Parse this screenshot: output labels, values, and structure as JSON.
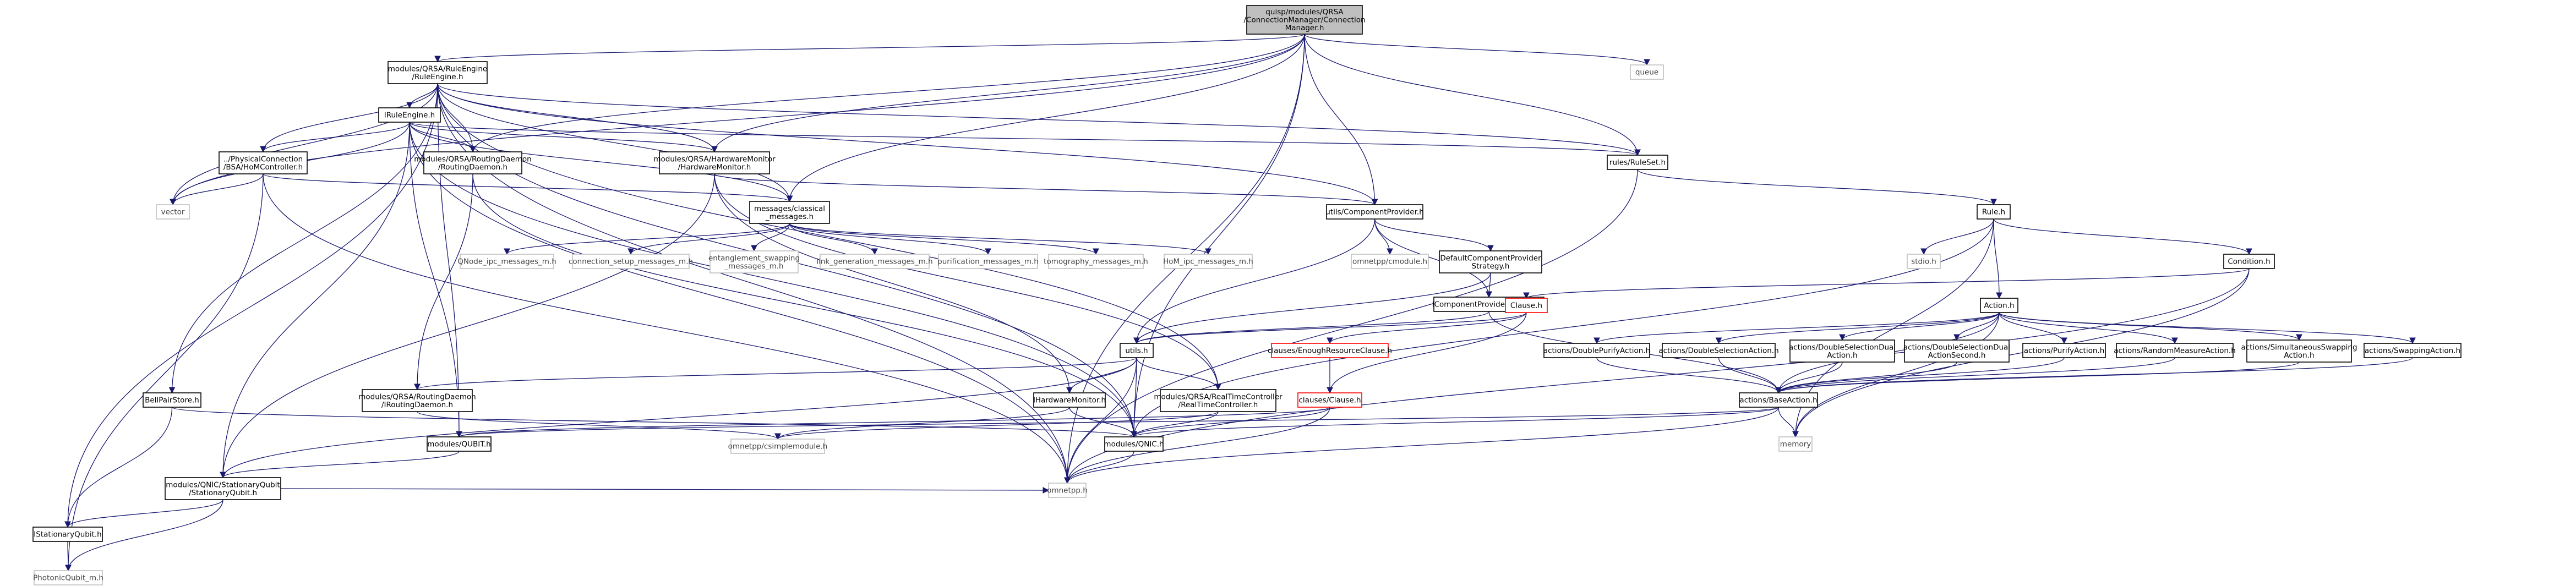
{
  "diagram": {
    "title": "Include dependency graph",
    "colors": {
      "edge": "#191970",
      "root_fill": "#bfbfbf",
      "node_border": "#000000",
      "external_border": "#bfbfbf",
      "incomplete_border": "#ff0000"
    },
    "nodes": [
      {
        "id": "root",
        "kind": "root",
        "lines": [
          "quisp/modules/QRSA",
          "/ConnectionManager/Connection",
          "Manager.h"
        ]
      },
      {
        "id": "queue",
        "kind": "ext",
        "lines": [
          "queue"
        ]
      },
      {
        "id": "RuleEngine_h",
        "kind": "std",
        "lines": [
          "modules/QRSA/RuleEngine",
          "/RuleEngine.h"
        ]
      },
      {
        "id": "IRuleEngine_h",
        "kind": "std",
        "lines": [
          "IRuleEngine.h"
        ]
      },
      {
        "id": "HoM_Controller",
        "kind": "std",
        "lines": [
          "../PhysicalConnection",
          "/BSA/HoMController.h"
        ]
      },
      {
        "id": "vector",
        "kind": "ext",
        "lines": [
          "vector"
        ]
      },
      {
        "id": "RoutingDaemon_h",
        "kind": "std",
        "lines": [
          "modules/QRSA/RoutingDaemon",
          "/RoutingDaemon.h"
        ]
      },
      {
        "id": "HardwareMonitor_h",
        "kind": "std",
        "lines": [
          "modules/QRSA/HardwareMonitor",
          "/HardwareMonitor.h"
        ]
      },
      {
        "id": "RuleSet_h",
        "kind": "std",
        "lines": [
          "rules/RuleSet.h"
        ]
      },
      {
        "id": "messages",
        "kind": "std",
        "lines": [
          "messages/classical",
          "_messages.h"
        ]
      },
      {
        "id": "ComponentProvider",
        "kind": "std",
        "lines": [
          "utils/ComponentProvider.h"
        ]
      },
      {
        "id": "m_qnode",
        "kind": "ext",
        "lines": [
          "QNode_ipc_messages_m.h"
        ]
      },
      {
        "id": "m_connsetup",
        "kind": "ext",
        "lines": [
          "connection_setup_messages_m.h"
        ]
      },
      {
        "id": "m_entangle",
        "kind": "ext",
        "lines": [
          "entanglement_swapping",
          "_messages_m.h"
        ]
      },
      {
        "id": "m_linkgen",
        "kind": "ext",
        "lines": [
          "link_generation_messages_m.h"
        ]
      },
      {
        "id": "m_purif",
        "kind": "ext",
        "lines": [
          "purification_messages_m.h"
        ]
      },
      {
        "id": "m_tomo",
        "kind": "ext",
        "lines": [
          "tomography_messages_m.h"
        ]
      },
      {
        "id": "m_hom",
        "kind": "ext",
        "lines": [
          "HoM_ipc_messages_m.h"
        ]
      },
      {
        "id": "omnetpp_cmodule",
        "kind": "ext",
        "lines": [
          "omnetpp/cmodule.h"
        ]
      },
      {
        "id": "DefaultCPS",
        "kind": "std",
        "lines": [
          "DefaultComponentProvider",
          "Strategy.h"
        ]
      },
      {
        "id": "ICPS",
        "kind": "std",
        "lines": [
          "IComponentProviderStrategy.h"
        ]
      },
      {
        "id": "Rule_h",
        "kind": "std",
        "lines": [
          "Rule.h"
        ]
      },
      {
        "id": "stdio",
        "kind": "ext",
        "lines": [
          "stdio.h"
        ]
      },
      {
        "id": "Condition_h",
        "kind": "std",
        "lines": [
          "Condition.h"
        ]
      },
      {
        "id": "Clause_h",
        "kind": "red",
        "lines": [
          "Clause.h"
        ]
      },
      {
        "id": "EnoughRes",
        "kind": "red",
        "lines": [
          "clauses/EnoughResourceClause.h"
        ]
      },
      {
        "id": "clauses_Clause",
        "kind": "red",
        "lines": [
          "clauses/Clause.h"
        ]
      },
      {
        "id": "Action_h",
        "kind": "std",
        "lines": [
          "Action.h"
        ]
      },
      {
        "id": "a_DoublePurify",
        "kind": "std",
        "lines": [
          "actions/DoublePurifyAction.h"
        ]
      },
      {
        "id": "a_DoubleSel",
        "kind": "std",
        "lines": [
          "actions/DoubleSelectionAction.h"
        ]
      },
      {
        "id": "a_DoubleSelDual",
        "kind": "std",
        "lines": [
          "actions/DoubleSelectionDual",
          "Action.h"
        ]
      },
      {
        "id": "a_DoubleSelDual2",
        "kind": "std",
        "lines": [
          "actions/DoubleSelectionDual",
          "ActionSecond.h"
        ]
      },
      {
        "id": "a_Purify",
        "kind": "std",
        "lines": [
          "actions/PurifyAction.h"
        ]
      },
      {
        "id": "a_RandMeasure",
        "kind": "std",
        "lines": [
          "actions/RandomMeasureAction.h"
        ]
      },
      {
        "id": "a_SimulSwap",
        "kind": "std",
        "lines": [
          "actions/SimultaneousSwapping",
          "Action.h"
        ]
      },
      {
        "id": "a_Swapping",
        "kind": "std",
        "lines": [
          "actions/SwappingAction.h"
        ]
      },
      {
        "id": "BaseAction",
        "kind": "std",
        "lines": [
          "actions/BaseAction.h"
        ]
      },
      {
        "id": "memory",
        "kind": "ext",
        "lines": [
          "memory"
        ]
      },
      {
        "id": "utils_h",
        "kind": "std",
        "lines": [
          "utils.h"
        ]
      },
      {
        "id": "IRoutingDaemon",
        "kind": "std",
        "lines": [
          "modules/QRSA/RoutingDaemon",
          "/IRoutingDaemon.h"
        ]
      },
      {
        "id": "IHardwareMonitor",
        "kind": "std",
        "lines": [
          "IHardwareMonitor.h"
        ]
      },
      {
        "id": "RealTimeController",
        "kind": "std",
        "lines": [
          "modules/QRSA/RealTimeController",
          "/RealTimeController.h"
        ]
      },
      {
        "id": "BellPairStore",
        "kind": "std",
        "lines": [
          "BellPairStore.h"
        ]
      },
      {
        "id": "omnetpp_csimple",
        "kind": "ext",
        "lines": [
          "omnetpp/csimplemodule.h"
        ]
      },
      {
        "id": "QUBIT_h",
        "kind": "std",
        "lines": [
          "modules/QUBIT.h"
        ]
      },
      {
        "id": "QNIC_h",
        "kind": "std",
        "lines": [
          "modules/QNIC.h"
        ]
      },
      {
        "id": "StationaryQubit",
        "kind": "std",
        "lines": [
          "modules/QNIC/StationaryQubit",
          "/StationaryQubit.h"
        ]
      },
      {
        "id": "omnetpp_h",
        "kind": "ext",
        "lines": [
          "omnetpp.h"
        ]
      },
      {
        "id": "IStationaryQubit",
        "kind": "std",
        "lines": [
          "IStationaryQubit.h"
        ]
      },
      {
        "id": "PhotonicQubit",
        "kind": "ext",
        "lines": [
          "PhotonicQubit_m.h"
        ]
      }
    ],
    "edges": [
      [
        "root",
        "RuleEngine_h"
      ],
      [
        "root",
        "queue"
      ],
      [
        "root",
        "vector"
      ],
      [
        "root",
        "RoutingDaemon_h"
      ],
      [
        "root",
        "HardwareMonitor_h"
      ],
      [
        "root",
        "RuleSet_h"
      ],
      [
        "root",
        "messages"
      ],
      [
        "root",
        "ComponentProvider"
      ],
      [
        "root",
        "QNIC_h"
      ],
      [
        "root",
        "omnetpp_h"
      ],
      [
        "RuleEngine_h",
        "IRuleEngine_h"
      ],
      [
        "RuleEngine_h",
        "vector"
      ],
      [
        "RuleEngine_h",
        "HoM_Controller"
      ],
      [
        "RuleEngine_h",
        "RoutingDaemon_h"
      ],
      [
        "RuleEngine_h",
        "HardwareMonitor_h"
      ],
      [
        "RuleEngine_h",
        "RuleSet_h"
      ],
      [
        "RuleEngine_h",
        "messages"
      ],
      [
        "RuleEngine_h",
        "ComponentProvider"
      ],
      [
        "RuleEngine_h",
        "RealTimeController"
      ],
      [
        "RuleEngine_h",
        "BellPairStore"
      ],
      [
        "RuleEngine_h",
        "QUBIT_h"
      ],
      [
        "RuleEngine_h",
        "IStationaryQubit"
      ],
      [
        "RuleEngine_h",
        "omnetpp_h"
      ],
      [
        "RuleEngine_h",
        "QNIC_h"
      ],
      [
        "IRuleEngine_h",
        "vector"
      ],
      [
        "IRuleEngine_h",
        "HoM_Controller"
      ],
      [
        "IRuleEngine_h",
        "RoutingDaemon_h"
      ],
      [
        "IRuleEngine_h",
        "HardwareMonitor_h"
      ],
      [
        "IRuleEngine_h",
        "RuleSet_h"
      ],
      [
        "IRuleEngine_h",
        "messages"
      ],
      [
        "IRuleEngine_h",
        "StationaryQubit"
      ],
      [
        "IRuleEngine_h",
        "QNIC_h"
      ],
      [
        "IRuleEngine_h",
        "omnetpp_h"
      ],
      [
        "IRuleEngine_h",
        "QUBIT_h"
      ],
      [
        "HoM_Controller",
        "vector"
      ],
      [
        "HoM_Controller",
        "messages"
      ],
      [
        "HoM_Controller",
        "omnetpp_h"
      ],
      [
        "HoM_Controller",
        "PhotonicQubit"
      ],
      [
        "RoutingDaemon_h",
        "IRoutingDaemon"
      ],
      [
        "RoutingDaemon_h",
        "QNIC_h"
      ],
      [
        "HardwareMonitor_h",
        "IHardwareMonitor"
      ],
      [
        "HardwareMonitor_h",
        "StationaryQubit"
      ],
      [
        "HardwareMonitor_h",
        "RealTimeController"
      ],
      [
        "HardwareMonitor_h",
        "ComponentProvider"
      ],
      [
        "ComponentProvider",
        "omnetpp_cmodule"
      ],
      [
        "ComponentProvider",
        "DefaultCPS"
      ],
      [
        "ComponentProvider",
        "ICPS"
      ],
      [
        "ComponentProvider",
        "utils_h"
      ],
      [
        "DefaultCPS",
        "ICPS"
      ],
      [
        "DefaultCPS",
        "utils_h"
      ],
      [
        "ICPS",
        "BaseAction"
      ],
      [
        "ICPS",
        "utils_h"
      ],
      [
        "messages",
        "m_qnode"
      ],
      [
        "messages",
        "m_connsetup"
      ],
      [
        "messages",
        "m_entangle"
      ],
      [
        "messages",
        "m_linkgen"
      ],
      [
        "messages",
        "m_purif"
      ],
      [
        "messages",
        "m_tomo"
      ],
      [
        "messages",
        "m_hom"
      ],
      [
        "RuleSet_h",
        "Rule_h"
      ],
      [
        "RuleSet_h",
        "omnetpp_h"
      ],
      [
        "Rule_h",
        "stdio"
      ],
      [
        "Rule_h",
        "Condition_h"
      ],
      [
        "Rule_h",
        "Action_h"
      ],
      [
        "Rule_h",
        "QNIC_h"
      ],
      [
        "Rule_h",
        "memory"
      ],
      [
        "Condition_h",
        "Clause_h"
      ],
      [
        "Condition_h",
        "memory"
      ],
      [
        "Condition_h",
        "omnetpp_h"
      ],
      [
        "Clause_h",
        "EnoughRes"
      ],
      [
        "Clause_h",
        "utils_h"
      ],
      [
        "Clause_h",
        "clauses_Clause"
      ],
      [
        "EnoughRes",
        "clauses_Clause"
      ],
      [
        "clauses_Clause",
        "omnetpp_h"
      ],
      [
        "clauses_Clause",
        "QNIC_h"
      ],
      [
        "clauses_Clause",
        "QUBIT_h"
      ],
      [
        "Action_h",
        "a_DoublePurify"
      ],
      [
        "Action_h",
        "a_DoubleSel"
      ],
      [
        "Action_h",
        "a_DoubleSelDual"
      ],
      [
        "Action_h",
        "a_DoubleSelDual2"
      ],
      [
        "Action_h",
        "a_Purify"
      ],
      [
        "Action_h",
        "a_RandMeasure"
      ],
      [
        "Action_h",
        "a_SimulSwap"
      ],
      [
        "Action_h",
        "a_Swapping"
      ],
      [
        "Action_h",
        "BaseAction"
      ],
      [
        "Action_h",
        "memory"
      ],
      [
        "a_DoublePurify",
        "BaseAction"
      ],
      [
        "a_DoubleSel",
        "BaseAction"
      ],
      [
        "a_DoubleSelDual",
        "BaseAction"
      ],
      [
        "a_DoubleSelDual2",
        "BaseAction"
      ],
      [
        "a_Purify",
        "BaseAction"
      ],
      [
        "a_RandMeasure",
        "BaseAction"
      ],
      [
        "a_SimulSwap",
        "BaseAction"
      ],
      [
        "a_Swapping",
        "BaseAction"
      ],
      [
        "BaseAction",
        "memory"
      ],
      [
        "BaseAction",
        "QNIC_h"
      ],
      [
        "BaseAction",
        "QUBIT_h"
      ],
      [
        "BaseAction",
        "omnetpp_h"
      ],
      [
        "utils_h",
        "IRoutingDaemon"
      ],
      [
        "utils_h",
        "IHardwareMonitor"
      ],
      [
        "utils_h",
        "RealTimeController"
      ],
      [
        "utils_h",
        "QNIC_h"
      ],
      [
        "utils_h",
        "StationaryQubit"
      ],
      [
        "utils_h",
        "omnetpp_h"
      ],
      [
        "IRoutingDaemon",
        "omnetpp_csimple"
      ],
      [
        "IHardwareMonitor",
        "omnetpp_csimple"
      ],
      [
        "IHardwareMonitor",
        "QNIC_h"
      ],
      [
        "RealTimeController",
        "QNIC_h"
      ],
      [
        "RealTimeController",
        "omnetpp_csimple"
      ],
      [
        "BellPairStore",
        "IStationaryQubit"
      ],
      [
        "BellPairStore",
        "QNIC_h"
      ],
      [
        "QUBIT_h",
        "StationaryQubit"
      ],
      [
        "QNIC_h",
        "omnetpp_h"
      ],
      [
        "StationaryQubit",
        "IStationaryQubit"
      ],
      [
        "StationaryQubit",
        "PhotonicQubit"
      ],
      [
        "StationaryQubit",
        "omnetpp_h"
      ],
      [
        "IStationaryQubit",
        "PhotonicQubit"
      ]
    ]
  }
}
